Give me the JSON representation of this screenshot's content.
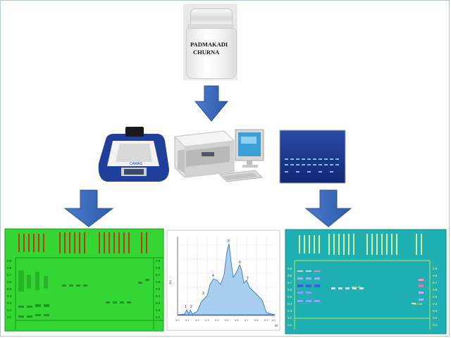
{
  "diagram": {
    "jar_label_line1": "PADMAKADI",
    "jar_label_line2": "CHURNA",
    "scanner_brand": "CAMAG",
    "densitogram_peaks": [
      "1",
      "2",
      "3",
      "4",
      "5",
      "6",
      "7"
    ],
    "densitogram_axis_x": [
      "0.0",
      "0.1",
      "0.2",
      "0.3",
      "0.4",
      "0.5",
      "0.6",
      "0.7",
      "0.8",
      "0.9",
      "1.0"
    ],
    "densitogram_axis_y": "AU",
    "densitogram_axis_rf": "Rf",
    "plate_rf_ticks": [
      "0.9",
      "0.8",
      "0.7",
      "0.6",
      "0.5",
      "0.4",
      "0.3",
      "0.2",
      "0.1"
    ],
    "blue_plate_marker": "Rf 0.56",
    "blue_plate_marker2": "Rf 0.38"
  },
  "colors": {
    "arrow_blue": "#3f6fc3",
    "green_plate": "#2fd42f",
    "blue_plate": "#1fb0b3",
    "densito_fill": "#a9cfee"
  }
}
